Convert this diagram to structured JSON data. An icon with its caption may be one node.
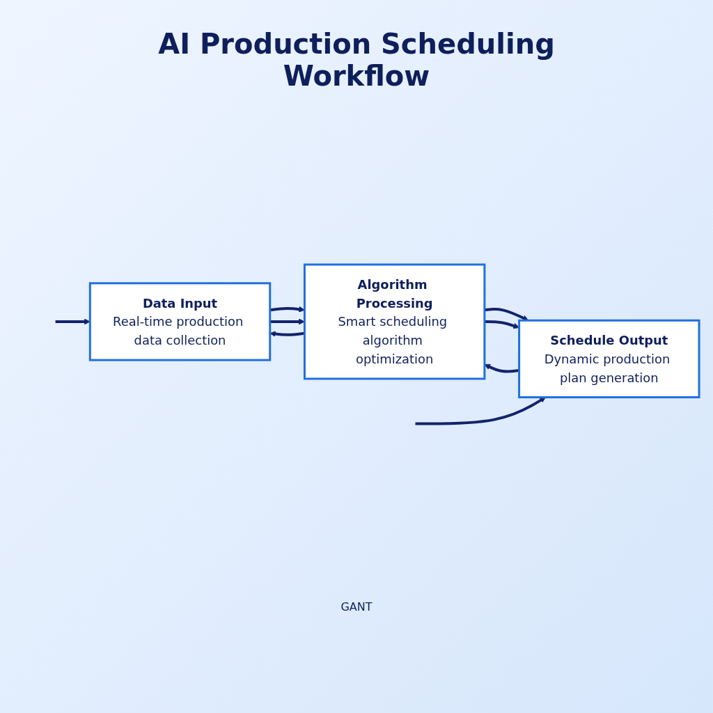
{
  "diagram": {
    "title": "AI Production Scheduling Workflow",
    "nodes": [
      {
        "text": [
          "Data Input",
          "Real-time production data collection"
        ]
      },
      {
        "text": [
          "Algorithm Processing",
          "Smart scheduling algorithm optimization"
        ]
      },
      {
        "text": [
          "Schedule Output",
          "Dynamic production plan generation"
        ]
      }
    ],
    "edges": [
      {
        "from": null,
        "to": 0,
        "arrow": "to"
      },
      {
        "from": 0,
        "to": 1,
        "arrow": "to"
      },
      {
        "from": 0,
        "to": 1,
        "arrow": "to"
      },
      {
        "from": 1,
        "to": 0,
        "arrow": "to"
      },
      {
        "from": 1,
        "to": 2,
        "arrow": "to"
      },
      {
        "from": 2,
        "to": 1,
        "arrow": "to"
      },
      {
        "from": 1,
        "to": 2,
        "arrow": "to"
      },
      {
        "from": null,
        "to": 2,
        "arrow": "to"
      }
    ],
    "labels": [
      "GANT"
    ]
  }
}
